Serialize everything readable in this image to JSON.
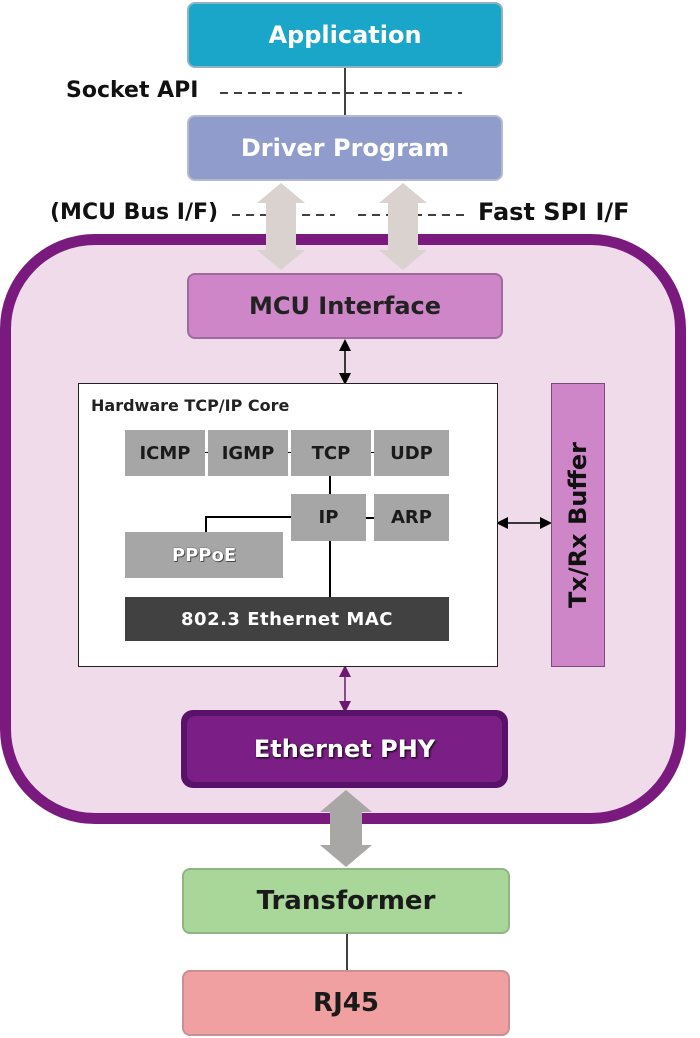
{
  "blocks": {
    "application": "Application",
    "driver_program": "Driver Program",
    "mcu_interface": "MCU Interface",
    "core_title": "Hardware TCP/IP Core",
    "icmp": "ICMP",
    "igmp": "IGMP",
    "tcp": "TCP",
    "udp": "UDP",
    "ip": "IP",
    "arp": "ARP",
    "pppoe": "PPPoE",
    "mac": "802.3 Ethernet MAC",
    "txrx_buffer": "Tx/Rx Buffer",
    "ethernet_phy": "Ethernet PHY",
    "transformer": "Transformer",
    "rj45": "RJ45"
  },
  "labels": {
    "socket_api": "Socket API",
    "mcu_bus": "(MCU Bus I/F)",
    "fast_spi": "Fast SPI I/F"
  },
  "colors": {
    "application": "#1aa6c8",
    "driver_program": "#8f9ccc",
    "chip_border": "#7b1a7e",
    "chip_fill": "#efdbe9",
    "mcu_interface": "#cf86c8",
    "txrx_buffer": "#cf86c8",
    "ethernet_phy": "#7b1f86",
    "transformer": "#a9d79a",
    "rj45": "#f0a0a0",
    "protocol": "#a6a6a6",
    "mac": "#414141"
  }
}
